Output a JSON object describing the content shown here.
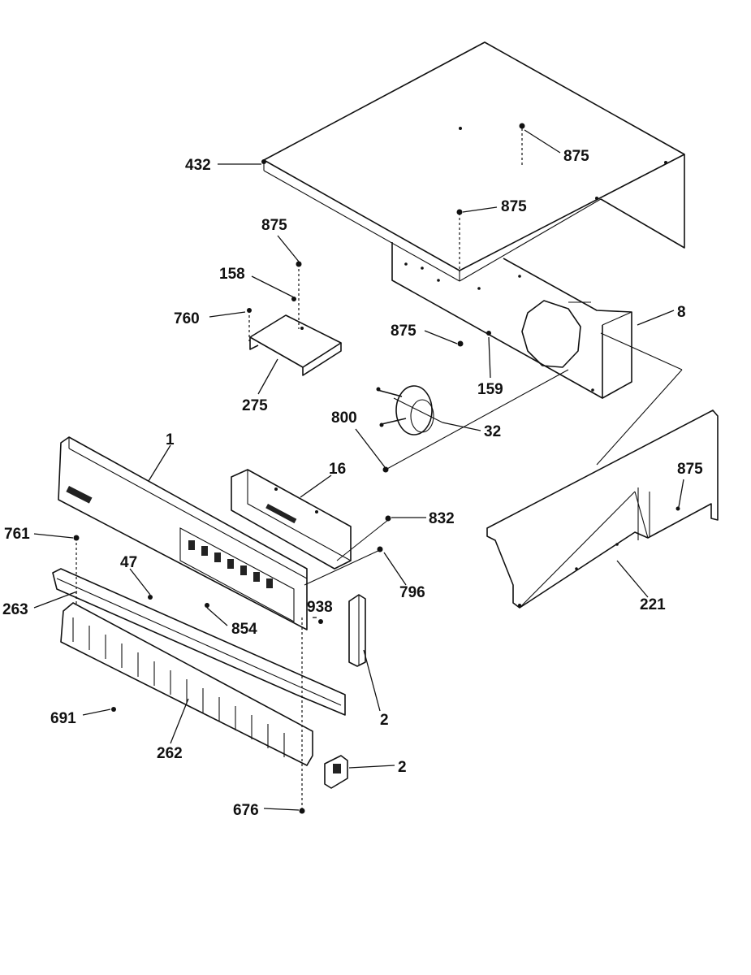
{
  "callouts": {
    "c432": "432",
    "c875a": "875",
    "c875b": "875",
    "c875c": "875",
    "c875d": "875",
    "c875e": "875",
    "c158": "158",
    "c760": "760",
    "c275": "275",
    "c8": "8",
    "c159": "159",
    "c800": "800",
    "c32": "32",
    "c1": "1",
    "c16": "16",
    "c832": "832",
    "c761": "761",
    "c47": "47",
    "c263": "263",
    "c854": "854",
    "c938": "938",
    "c796": "796",
    "c2a": "2",
    "c2b": "2",
    "c691": "691",
    "c262": "262",
    "c676": "676",
    "c221": "221"
  }
}
